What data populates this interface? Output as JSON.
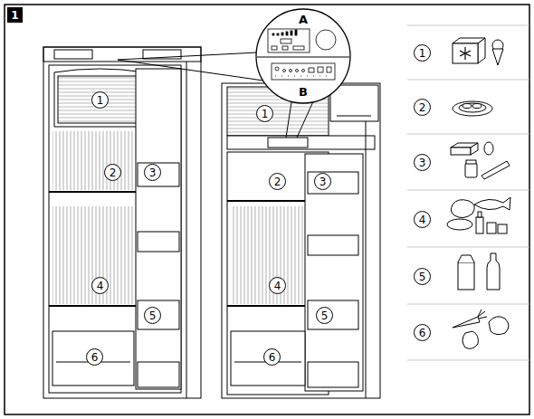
{
  "diagram": {
    "nodes": [
      {
        "text": [
          "1"
        ]
      },
      {
        "text": [
          "1"
        ]
      },
      {
        "text": [
          "2"
        ]
      },
      {
        "text": [
          "3"
        ]
      },
      {
        "text": [
          "4"
        ]
      },
      {
        "text": [
          "5"
        ]
      },
      {
        "text": [
          "6"
        ]
      },
      {
        "text": [
          "1"
        ]
      },
      {
        "text": [
          "2"
        ]
      },
      {
        "text": [
          "3"
        ]
      },
      {
        "text": [
          "4"
        ]
      },
      {
        "text": [
          "5"
        ]
      },
      {
        "text": [
          "6"
        ]
      },
      {
        "text": [
          "1"
        ]
      },
      {
        "text": [
          "2"
        ]
      },
      {
        "text": [
          "3"
        ]
      },
      {
        "text": [
          "4"
        ]
      },
      {
        "text": [
          "5"
        ]
      },
      {
        "text": [
          "6"
        ]
      }
    ],
    "labels": [
      "A",
      "B"
    ]
  }
}
